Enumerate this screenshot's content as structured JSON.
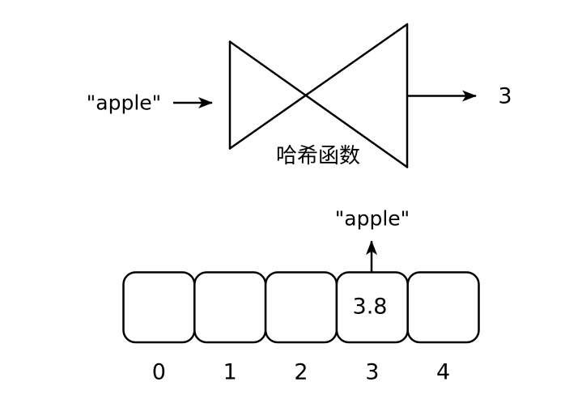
{
  "diagram": {
    "title_semantic": "hash-function-mapping-diagram",
    "hash_function": {
      "input": "\"apple\"",
      "label": "哈希函数",
      "output": "3"
    },
    "array": {
      "key_label": "\"apple\"",
      "cells": [
        {
          "index": "0",
          "value": ""
        },
        {
          "index": "1",
          "value": ""
        },
        {
          "index": "2",
          "value": ""
        },
        {
          "index": "3",
          "value": "3.8"
        },
        {
          "index": "4",
          "value": ""
        }
      ]
    },
    "colors": {
      "stroke": "#000000",
      "background": "#ffffff"
    }
  }
}
